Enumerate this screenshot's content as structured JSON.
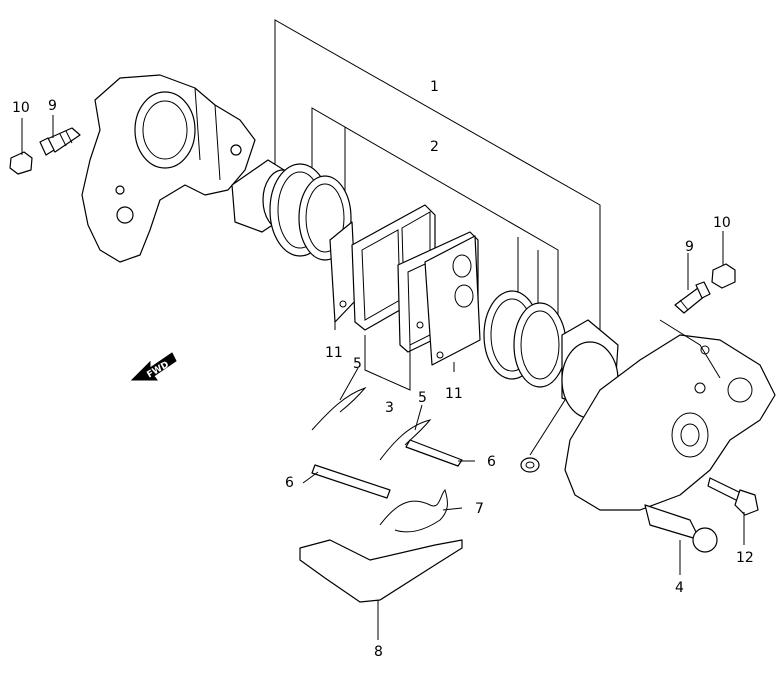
{
  "callouts": {
    "c1": "1",
    "c2": "2",
    "c3": "3",
    "c4": "4",
    "c5a": "5",
    "c5b": "5",
    "c6a": "6",
    "c6b": "6",
    "c7": "7",
    "c8": "8",
    "c9a": "9",
    "c9b": "9",
    "c10a": "10",
    "c10b": "10",
    "c11a": "11",
    "c11b": "11",
    "c12": "12"
  },
  "fwd_label": "FWD"
}
